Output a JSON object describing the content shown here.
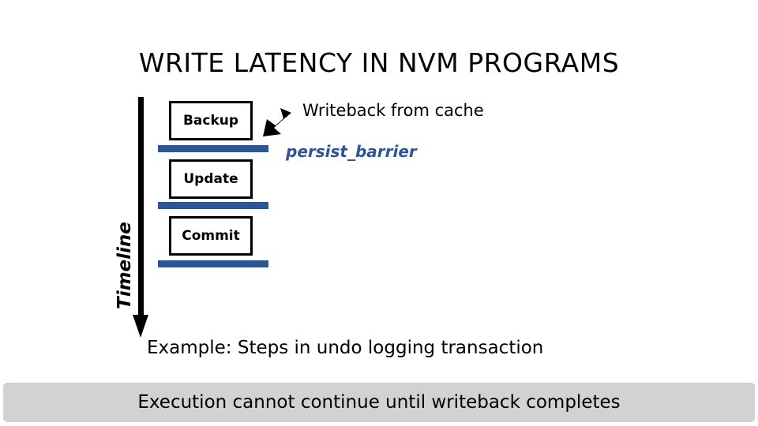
{
  "slide": {
    "title": "WRITE LATENCY IN NVM PROGRAMS",
    "background_color": "#ffffff"
  },
  "timeline": {
    "label": "Timeline",
    "axis_icon": "down-arrow-icon",
    "direction": "downward"
  },
  "steps": [
    {
      "label": "Backup",
      "bar_name": "persist-bar-backup"
    },
    {
      "label": "Update",
      "bar_name": "persist-bar-update"
    },
    {
      "label": "Commit",
      "bar_name": "persist-bar-commit"
    }
  ],
  "annotations": {
    "writeback_label": "Writeback from cache",
    "persist_barrier_label": "persist_barrier",
    "arrow_icon": "down-left-arrow-icon"
  },
  "caption": "Example: Steps in undo logging transaction",
  "takeaway": {
    "text": "Execution cannot continue until writeback completes",
    "background_color": "#d2d2d2"
  },
  "colors": {
    "persist_bar_blue": "#2f5496",
    "text_black": "#000000",
    "banner_gray": "#d2d2d2"
  }
}
